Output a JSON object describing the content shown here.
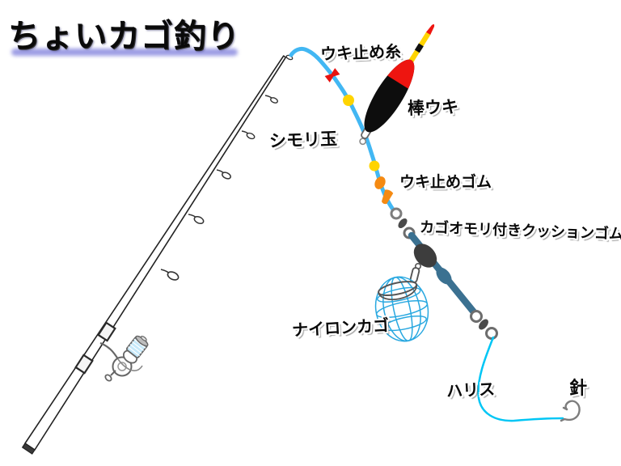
{
  "title": "ちょいカゴ釣り",
  "labels": {
    "float_stopper_thread": "ウキ止め糸",
    "stick_float": "棒ウキ",
    "shimori_bead": "シモリ玉",
    "float_stopper_rubber": "ウキ止めゴム",
    "cage_weight_cushion_rubber": "カゴオモリ付きクッションゴム",
    "nylon_cage": "ナイロンカゴ",
    "leader": "ハリス",
    "hook": "針"
  },
  "colors": {
    "main_line": "#42b7f3",
    "leader_line": "#00c6f5",
    "cage": "#29a8e0",
    "cushion_rubber": "#3b7191",
    "float_black": "#0d0d0d",
    "float_red": "#ee1510",
    "float_yellow": "#ffd400",
    "bead_yellow": "#ffd400",
    "bead_orange": "#f58a12",
    "stopper_knot_red": "#e8120f",
    "metal_gray": "#6e6e6e",
    "weight_gray": "#3d3d3d",
    "title_underline": "#8b8be0"
  }
}
